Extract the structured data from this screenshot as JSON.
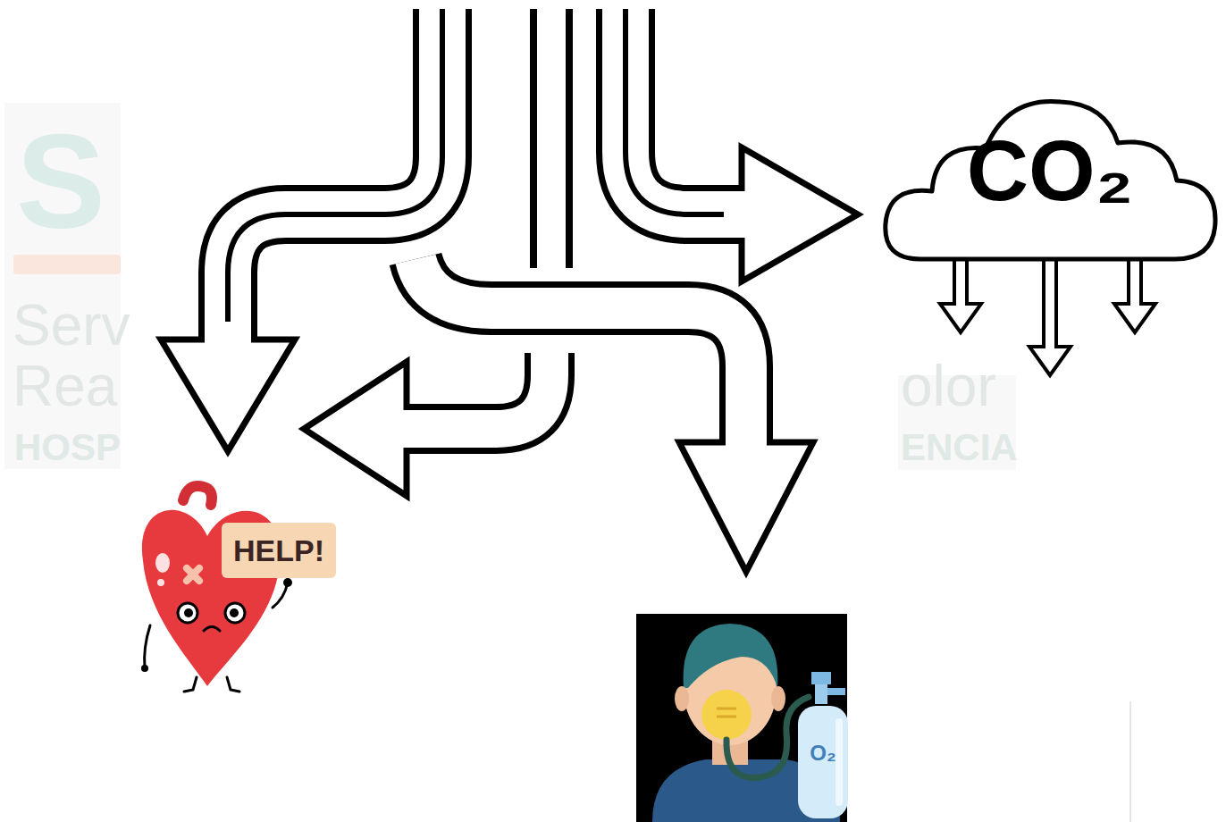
{
  "diagram": {
    "nodes": [
      {
        "text": [
          "CO₂"
        ]
      },
      {
        "text": [
          "HELP!"
        ]
      },
      {
        "text": [
          "O₂"
        ]
      }
    ],
    "labels": [
      "S",
      "Serv",
      "Rea",
      "HOSP",
      "olor",
      "ENCIA"
    ]
  }
}
